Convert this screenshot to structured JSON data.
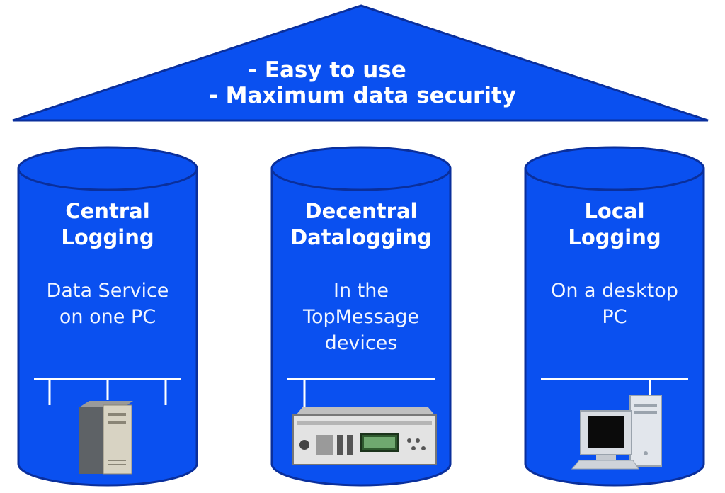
{
  "roof": {
    "line1": "- Easy to use",
    "line2": "- Maximum data security"
  },
  "pillars": [
    {
      "title": [
        "Central",
        "Logging"
      ],
      "desc": [
        "Data Service",
        "on one PC"
      ],
      "device": "tower-server-icon"
    },
    {
      "title": [
        "Decentral",
        "Datalogging"
      ],
      "desc": [
        "In the",
        "TopMessage",
        "devices"
      ],
      "device": "topmessage-device-icon"
    },
    {
      "title": [
        "Local",
        "Logging"
      ],
      "desc": [
        "On a desktop",
        "PC"
      ],
      "device": "desktop-pc-icon"
    }
  ],
  "colors": {
    "blue": "#0a50f0",
    "outline": "#0a2f9c",
    "white": "#ffffff"
  }
}
